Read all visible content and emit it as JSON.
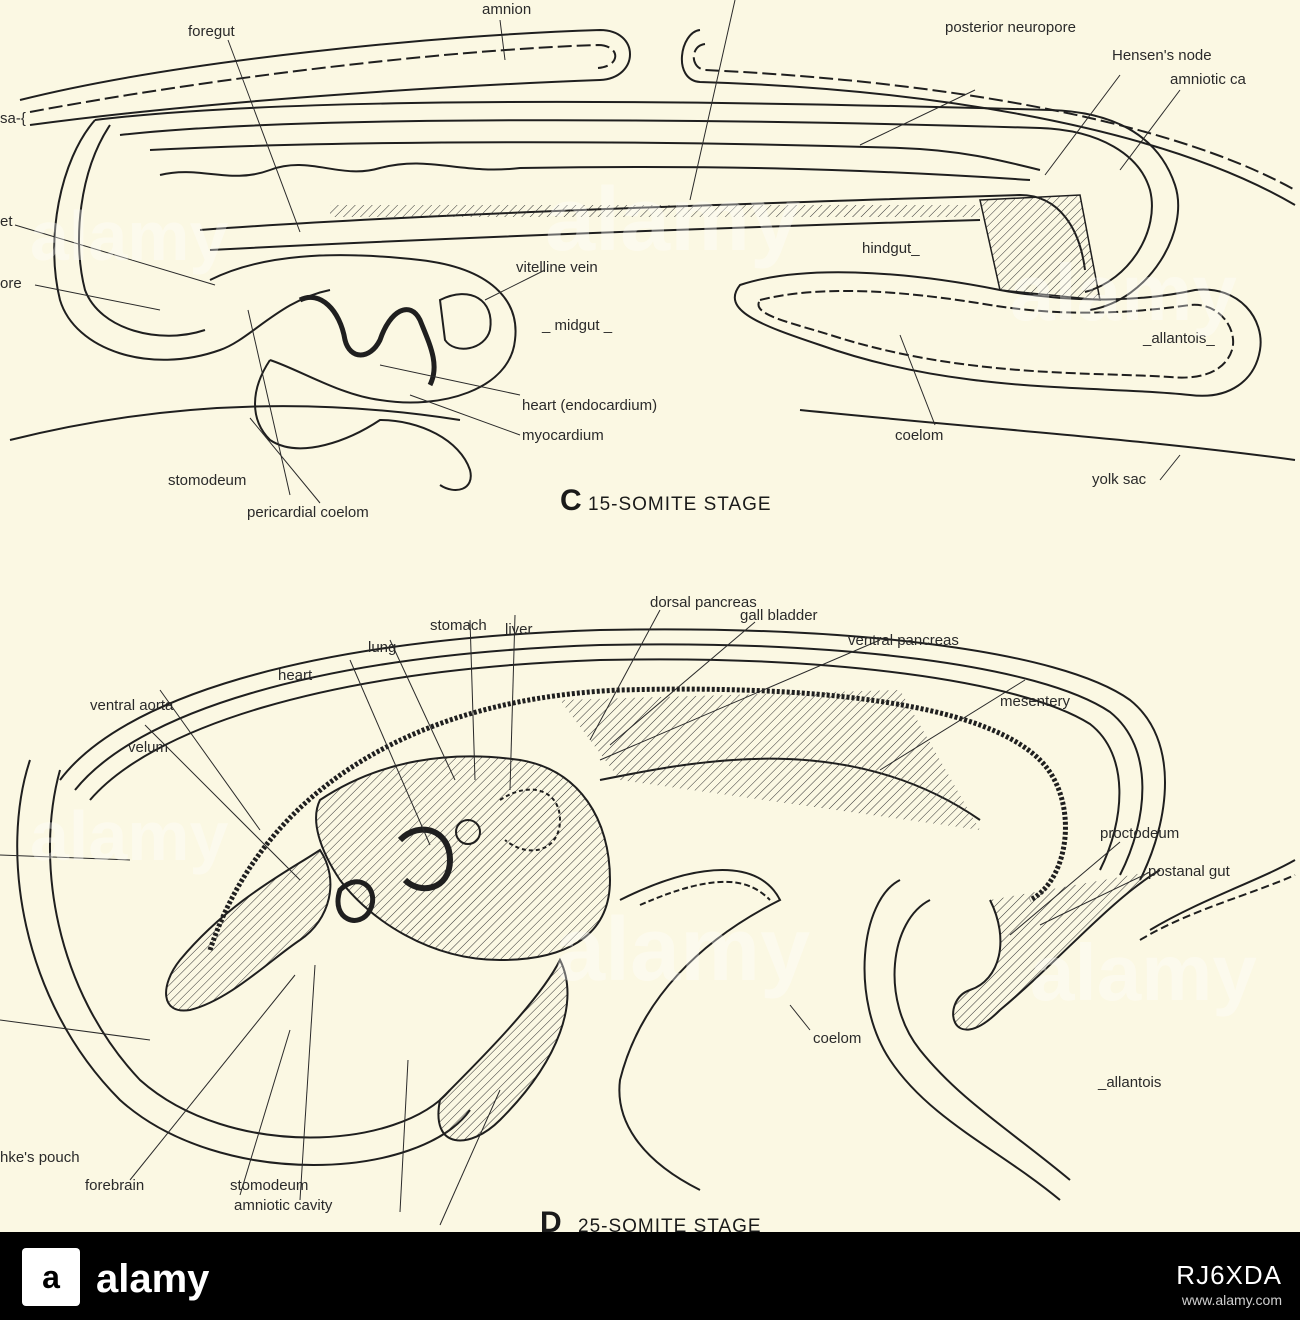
{
  "figure": {
    "panel_c": {
      "stage_letter": "C",
      "stage_text": "15-SOMITE STAGE",
      "labels": {
        "amnion": "amnion",
        "foregut": "foregut",
        "posterior_neuropore": "posterior neuropore",
        "hensens_node": "Hensen's node",
        "amniotic_ca": "amniotic ca",
        "sa": "sa-{",
        "et": "et",
        "ore": "ore",
        "hindgut": "hindgut_",
        "vitelline_vein": "vitelline vein",
        "midgut": "_ midgut _",
        "allantois": "_allantois_",
        "heart_endocardium": "heart (endocardium)",
        "myocardium": "myocardium",
        "coelom": "coelom",
        "stomodeum": "stomodeum",
        "yolk_sac": "yolk sac",
        "pericardial_coelom": "pericardial coelom"
      }
    },
    "panel_d": {
      "stage_letter": "D",
      "stage_text": "25-SOMITE STAGE",
      "labels": {
        "dorsal_pancreas": "dorsal pancreas",
        "stomach": "stomach",
        "liver": "liver",
        "gall_bladder": "gall bladder",
        "lung": "lung",
        "heart": "heart",
        "ventral_pancreas": "ventral pancreas",
        "ventral_aorta": "ventral aorta",
        "mesentery": "mesentery",
        "velum": "velum",
        "proctodeum": "proctodeum",
        "postanal_gut": "postanal gut",
        "coelom": "coelom",
        "allantois": "_allantois",
        "rathkes_pouch": "hke's pouch",
        "forebrain": "forebrain",
        "stomodeum": "stomodeum",
        "amniotic_cavity": "amniotic cavity"
      }
    }
  },
  "watermark": "alamy",
  "footer": {
    "logo_text": "alamy",
    "stock_id": "RJ6XDA",
    "url": "www.alamy.com"
  },
  "colors": {
    "background": "#fbf8e3",
    "ink": "#1f1f1f",
    "footer": "#000000"
  }
}
